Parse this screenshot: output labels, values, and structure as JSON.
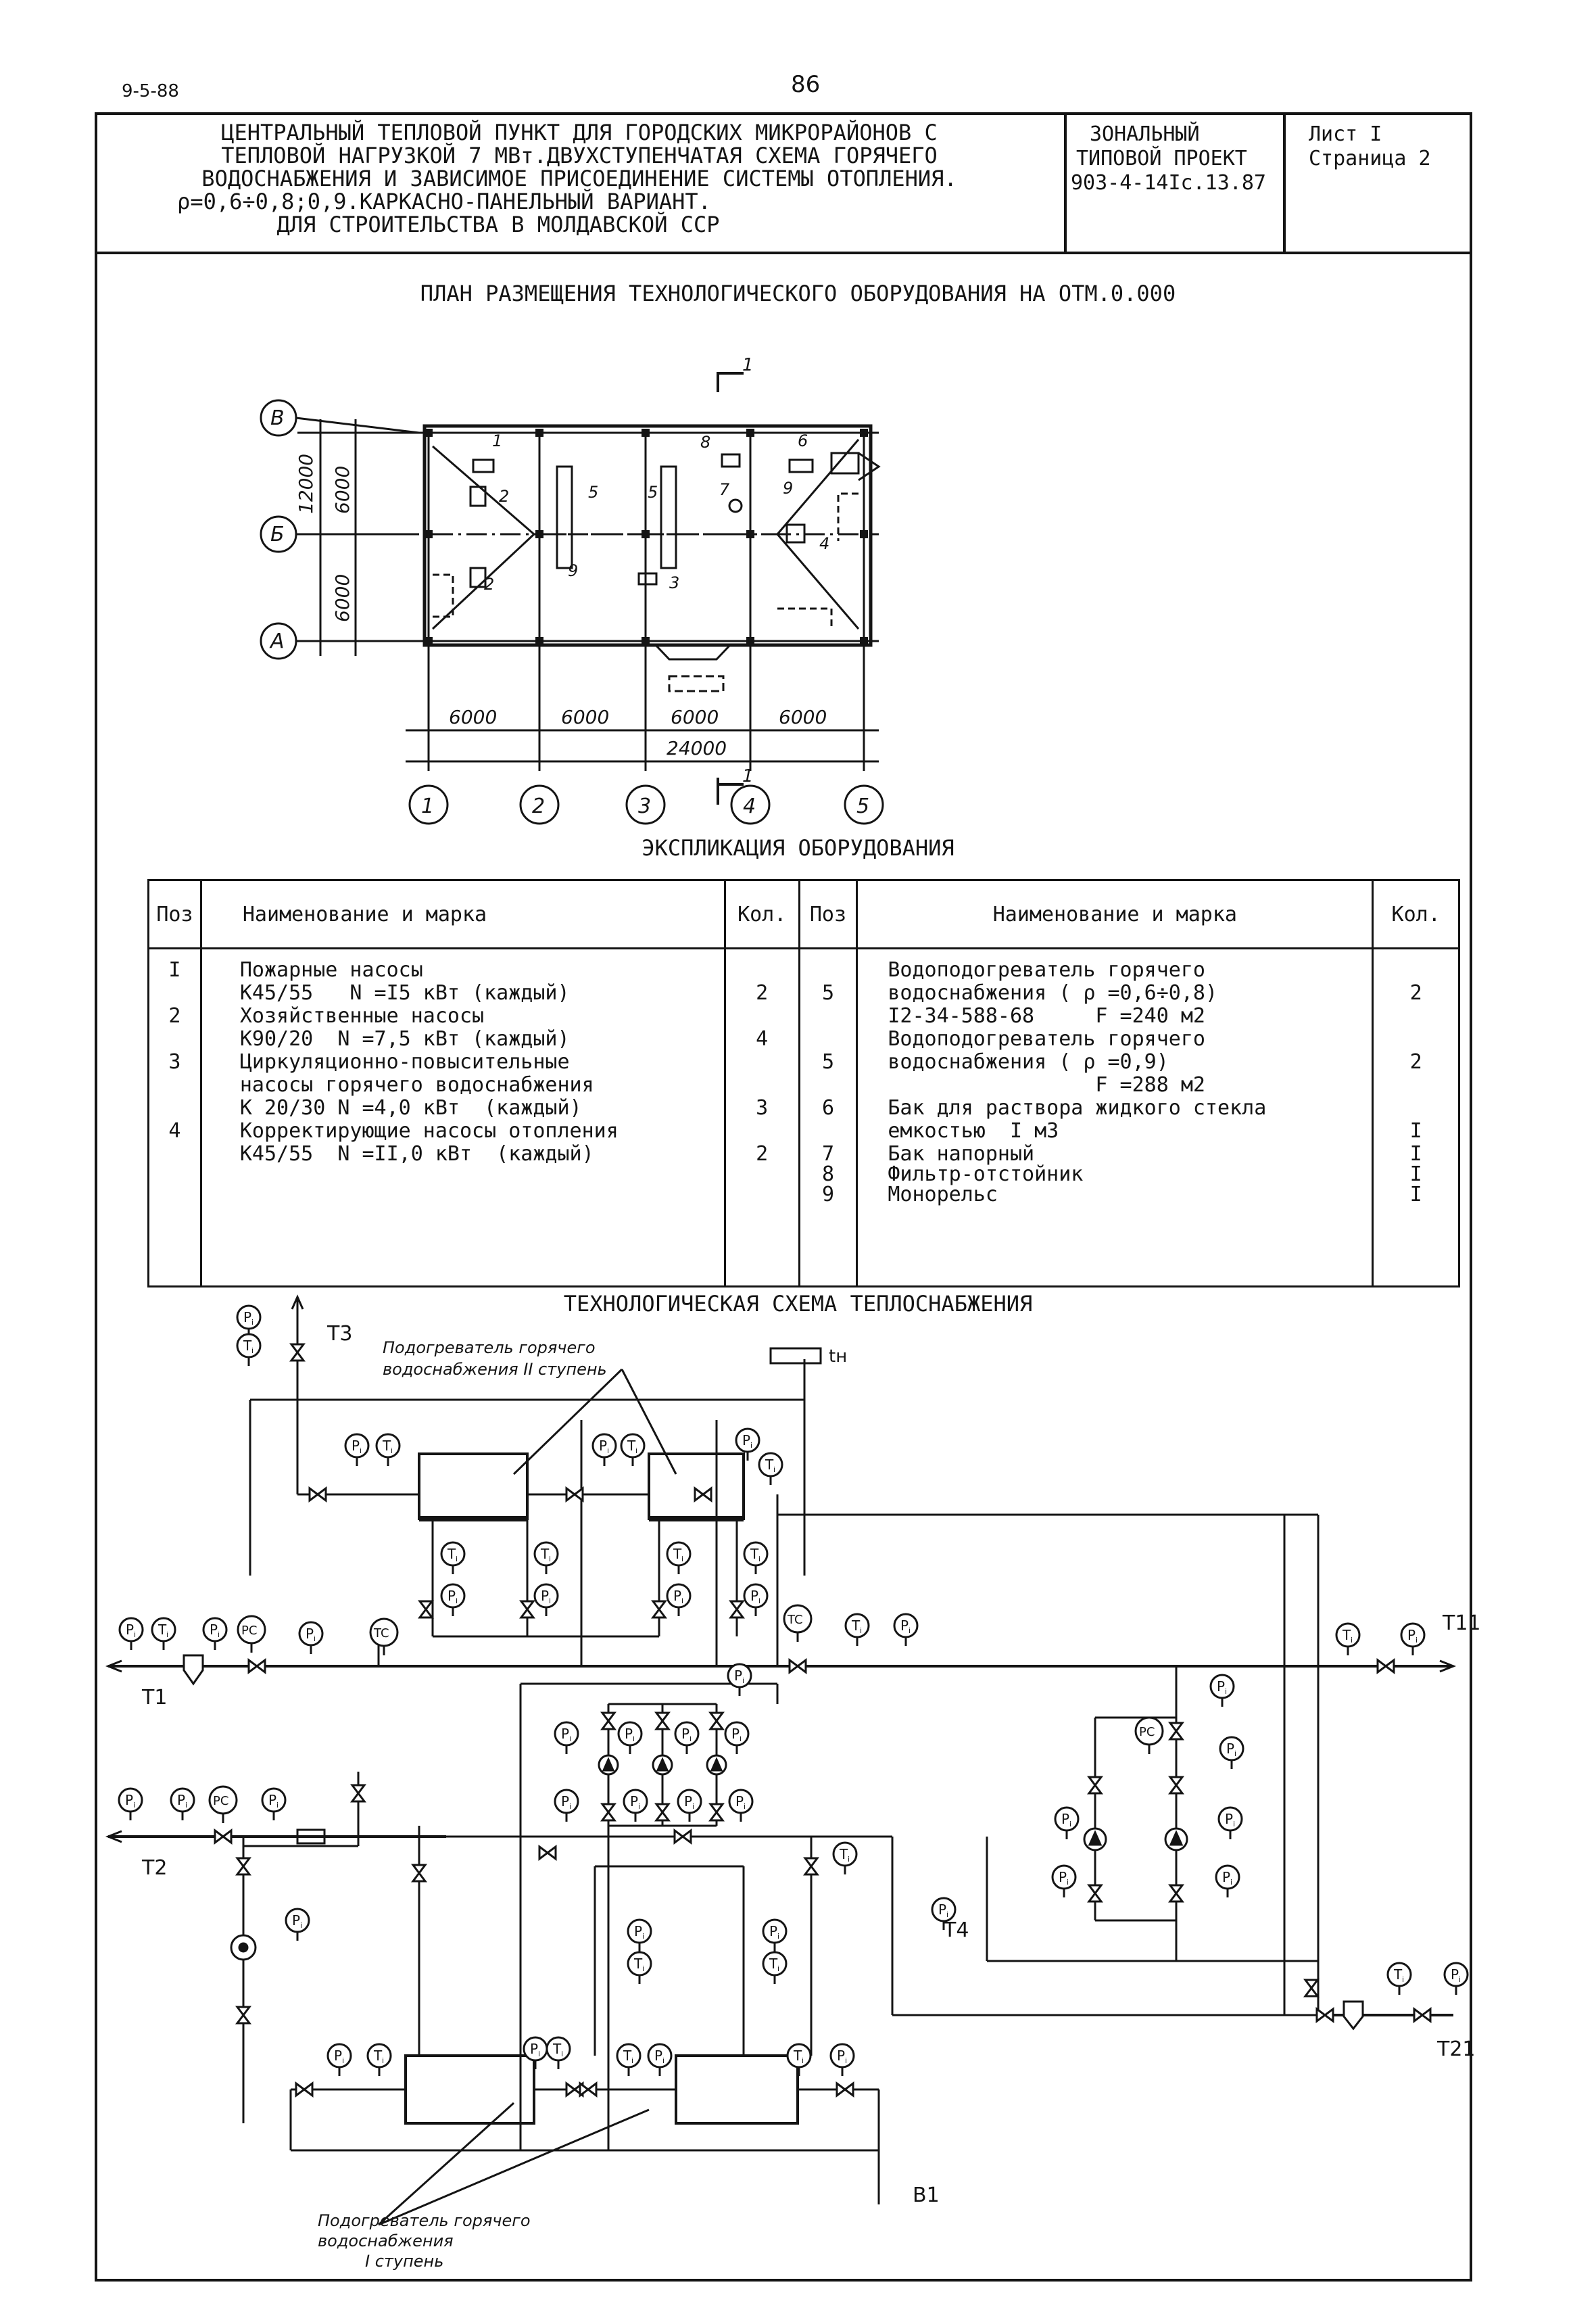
{
  "header": {
    "top_code": "9-5-88",
    "page_number": "86",
    "title_lines": [
      "ЦЕНТРАЛЬНЫЙ ТЕПЛОВОЙ ПУНКТ ДЛЯ ГОРОДСКИХ МИКРОРАЙОНОВ С",
      "ТЕПЛОВОЙ НАГРУЗКОЙ 7 МВт.ДВУХСТУПЕНЧАТАЯ СХЕМА ГОРЯЧЕГО",
      "ВОДОСНАБЖЕНИЯ И ЗАВИСИМОЕ ПРИСОЕДИНЕНИЕ СИСТЕМЫ ОТОПЛЕНИЯ.",
      "ρ=0,6÷0,8;0,9.КАРКАСНО-ПАНЕЛЬНЫЙ ВАРИАНТ.",
      "ДЛЯ СТРОИТЕЛЬСТВА В МОЛДАВСКОЙ ССР"
    ],
    "project_lines": [
      "ЗОНАЛЬНЫЙ",
      "ТИПОВОЙ ПРОЕКТ",
      "903-4-14Іс.13.87"
    ],
    "sheet_lines": [
      "Лист I",
      "Страница 2"
    ]
  },
  "plan": {
    "heading": "ПЛАН РАЗМЕЩЕНИЯ ТЕХНОЛОГИЧЕСКОГО ОБОРУДОВАНИЯ НА ОТМ.0.000",
    "row_axes": [
      "В",
      "Б",
      "А"
    ],
    "col_axes": [
      "1",
      "2",
      "3",
      "4",
      "5"
    ],
    "vertical_dims": [
      "12000",
      "6000",
      "6000"
    ],
    "horizontal_dims": [
      "6000",
      "6000",
      "6000",
      "6000"
    ],
    "total_dim": "24000",
    "section_mark": "1",
    "position_labels": [
      "1",
      "2",
      "2",
      "3",
      "4",
      "5",
      "5",
      "6",
      "7",
      "8",
      "9",
      "9"
    ]
  },
  "explication": {
    "heading": "ЭКСПЛИКАЦИЯ ОБОРУДОВАНИЯ",
    "columns": [
      "Поз",
      "Наименование и марка",
      "Кол.",
      "Поз",
      "Наименование и марка",
      "Кол."
    ],
    "left": [
      {
        "pos": "I",
        "name": [
          "Пожарные насосы",
          "К45/55   N =I5 кВт (каждый)"
        ],
        "qty": "2"
      },
      {
        "pos": "2",
        "name": [
          "Хозяйственные насосы",
          "К90/20  N =7,5 кВт (каждый)"
        ],
        "qty": "4"
      },
      {
        "pos": "3",
        "name": [
          "Циркуляционно-повысительные",
          "насосы горячего водоснабжения",
          "К 20/30 N =4,0 кВт  (каждый)"
        ],
        "qty": "3"
      },
      {
        "pos": "4",
        "name": [
          "Корректирующие насосы отопления",
          "К45/55  N =II,0 кВт  (каждый)"
        ],
        "qty": "2"
      }
    ],
    "right": [
      {
        "pos": "5",
        "name": [
          "Водоподогреватель горячего",
          "водоснабжения ( ρ =0,6÷0,8)",
          "I2-34-588-68     F =240 м2"
        ],
        "qty": "2"
      },
      {
        "pos": "5",
        "name": [
          "Водоподогреватель горячего",
          "водоснабжения ( ρ =0,9)",
          "                 F =288 м2"
        ],
        "qty": "2"
      },
      {
        "pos": "6",
        "name": [
          "Бак для раствора жидкого стекла",
          "емкостью  I м3"
        ],
        "qty": "I"
      },
      {
        "pos": "7",
        "name": [
          "Бак напорный"
        ],
        "qty": "I"
      },
      {
        "pos": "8",
        "name": [
          "Фильтр-отстойник"
        ],
        "qty": "I"
      },
      {
        "pos": "9",
        "name": [
          "Монорельс"
        ],
        "qty": "I"
      }
    ]
  },
  "scheme": {
    "heading": "ТЕХНОЛОГИЧЕСКАЯ СХЕМА ТЕПЛОСНАБЖЕНИЯ",
    "stage2_note": [
      "Подогреватель  горячего",
      "водоснабжения   II ступень"
    ],
    "stage1_note": [
      "Подогреватель  горячего",
      "водоснабжения",
      "I  ступень"
    ],
    "pipe_labels": [
      "Т3",
      "Т1",
      "Т2",
      "Т11",
      "Т4",
      "Т21",
      "В1"
    ],
    "outdoor_temp": "tн",
    "instr": {
      "p": "P",
      "t": "T",
      "pc": "PC",
      "tc": "TC",
      "sub": "i"
    }
  }
}
